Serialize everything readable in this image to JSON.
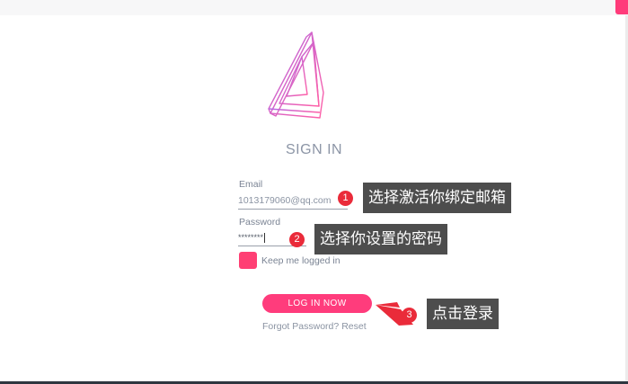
{
  "signin": {
    "title": "SIGN IN",
    "email_label": "Email",
    "email_value": "1013179060@qq.com",
    "password_label": "Password",
    "password_value": "********",
    "remember_label": "Keep me logged in",
    "login_button": "LOG IN NOW",
    "forgot_text": "Forgot Password?",
    "reset_text": "Reset"
  },
  "annotations": [
    {
      "number": "1",
      "text": "选择激活你绑定邮箱"
    },
    {
      "number": "2",
      "text": "选择你设置的密码"
    },
    {
      "number": "3",
      "text": "点击登录"
    }
  ],
  "colors": {
    "accent": "#ff3c7c",
    "callout_bg": "#4d4d4d",
    "marker_red": "#ea2b3a"
  }
}
